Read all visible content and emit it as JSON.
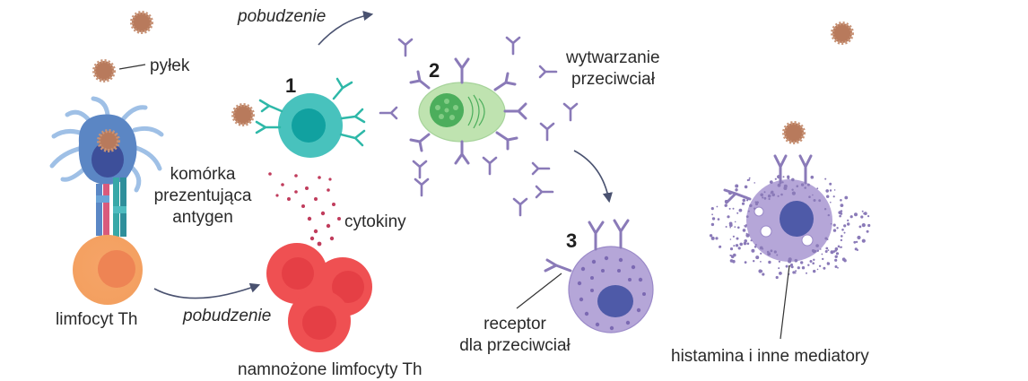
{
  "labels": {
    "pollen": "pyłek",
    "apc": [
      "komórka",
      "prezentująca",
      "antygen"
    ],
    "th_cell": "limfocyt Th",
    "stimulation_top": "pobudzenie",
    "stimulation_bottom": "pobudzenie",
    "cytokines": "cytokiny",
    "multiplied_th": "namnożone limfocyty Th",
    "antibody_production": [
      "wytwarzanie",
      "przeciwciał"
    ],
    "receptor": [
      "receptor",
      "dla przeciwciał"
    ],
    "histamine": "histamina i inne mediatory"
  },
  "steps": [
    "1",
    "2",
    "3"
  ],
  "colors": {
    "pollen": "#b87a5c",
    "apc": "#5b86c4",
    "th_cell": "#f7a262",
    "b_cell": "#48c2bd",
    "plasma_cell": "#bfe3b0",
    "multiplied_th": "#ef5052",
    "mast_cell": "#b5a6d8",
    "antibody": "#8a7ab8",
    "cytokine": "#c03c5c"
  }
}
